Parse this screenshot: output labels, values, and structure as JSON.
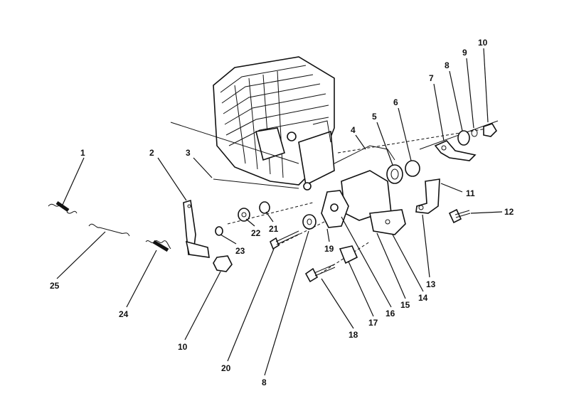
{
  "labels": {
    "l1": "1",
    "l2": "2",
    "l3": "3",
    "l4": "4",
    "l5": "5",
    "l6": "6",
    "l7": "7",
    "l8a": "8",
    "l9": "9",
    "l10a": "10",
    "l11": "11",
    "l12": "12",
    "l13": "13",
    "l14": "14",
    "l15": "15",
    "l16": "16",
    "l17": "17",
    "l18": "18",
    "l19": "19",
    "l20": "20",
    "l21": "21",
    "l22": "22",
    "l23": "23",
    "l24": "24",
    "l25": "25",
    "l10b": "10",
    "l8b": "8"
  }
}
